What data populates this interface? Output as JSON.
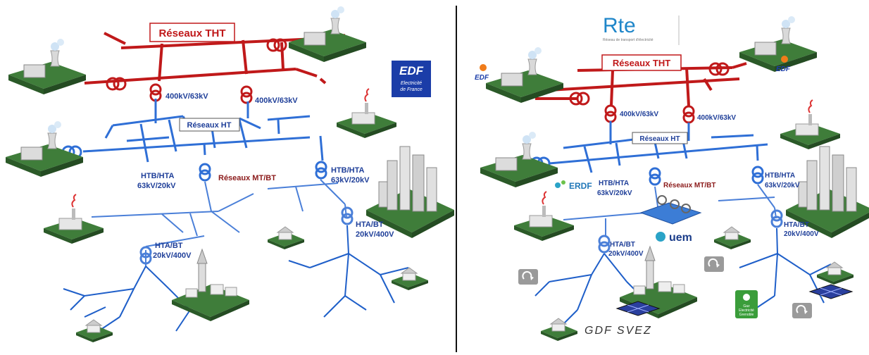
{
  "left_panel": {
    "tht_label": "Réseaux THT",
    "ht_label": "Réseaux HT",
    "mtbt_label": "Réseaux MT/BT",
    "trans_400_63_a": "400kV/63kV",
    "trans_400_63_b": "400kV/63kV",
    "htb_hta_left_1": "HTB/HTA",
    "htb_hta_left_2": "63kV/20kV",
    "htb_hta_right_1": "HTB/HTA",
    "htb_hta_right_2": "63kV/20kV",
    "hta_bt_left_1": "HTA/BT",
    "hta_bt_left_2": "20kV/400V",
    "hta_bt_right_1": "HTA/BT",
    "hta_bt_right_2": "20kV/400V",
    "edf_logo_main": "EDF",
    "edf_logo_sub1": "Electricité",
    "edf_logo_sub2": "de France"
  },
  "right_panel": {
    "rte_logo": "Rte",
    "rte_logo_sub": "Réseau de transport d'électricité",
    "tht_label": "Réseaux THT",
    "ht_label": "Réseaux HT",
    "mtbt_label": "Réseaux MT/BT",
    "trans_400_63_a": "400kV/63kV",
    "trans_400_63_b": "400kV/63kV",
    "htb_hta_left_1": "HTB/HTA",
    "htb_hta_left_2": "63kV/20kV",
    "htb_hta_right_1": "HTB/HTA",
    "htb_hta_right_2": "63kV/20kV",
    "hta_bt_left_1": "HTA/BT",
    "hta_bt_left_2": "20kV/400V",
    "hta_bt_right_1": "HTA/BT",
    "hta_bt_right_2": "20kV/400V",
    "edf_small_1": "EDF",
    "edf_small_2": "EDF",
    "erdf_logo": "ERDF",
    "uem_logo": "uem",
    "gdf_logo": "GDF SVEZ",
    "geg_1": "Gaz",
    "geg_2": "Electricité",
    "geg_3": "Grenoble"
  },
  "colors": {
    "tht": "#c0191a",
    "ht": "#2f6fd6",
    "bt": "#4a7fd8",
    "label_blue": "#1f3f99",
    "label_red": "#8b1a1a"
  }
}
